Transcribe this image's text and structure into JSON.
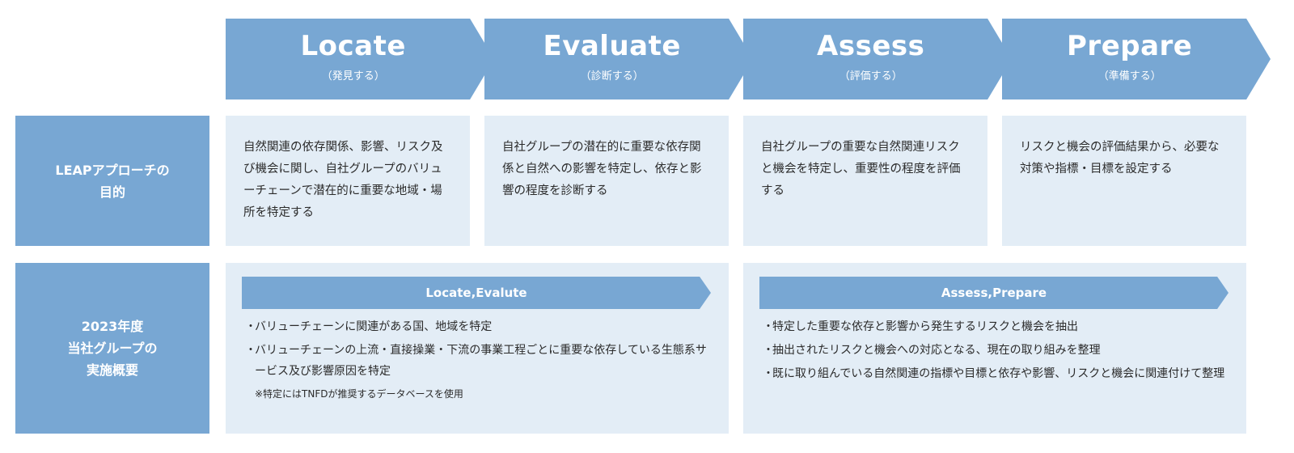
{
  "phases": [
    {
      "title": "Locate",
      "subtitle": "（発見する）"
    },
    {
      "title": "Evaluate",
      "subtitle": "（診断する）"
    },
    {
      "title": "Assess",
      "subtitle": "（評価する）"
    },
    {
      "title": "Prepare",
      "subtitle": "（準備する）"
    }
  ],
  "row_purpose": {
    "header_lines": [
      "LEAPアプローチの",
      "目的"
    ],
    "cells": [
      {
        "text": "自然関連の依存関係、影響、リスク及び機会に関し、自社グループのバリューチェーンで潜在的に重要な地域・場所を特定する"
      },
      {
        "text": "自社グループの潜在的に重要な依存関係と自然への影響を特定し、依存と影響の程度を診断する"
      },
      {
        "text": "自社グループの重要な自然関連リスクと機会を特定し、重要性の程度を評価する"
      },
      {
        "text": "リスクと機会の評価結果から、必要な対策や指標・目標を設定する"
      }
    ]
  },
  "row_implementation": {
    "header_lines": [
      "2023年度",
      "当社グループの",
      "実施概要"
    ],
    "groups": [
      {
        "banner": "Locate,Evalute",
        "items": [
          "バリューチェーンに関連がある国、地域を特定",
          "バリューチェーンの上流・直接操業・下流の事業工程ごとに重要な依存している生態系サービス及び影響原因を特定"
        ],
        "note": "※特定にはTNFDが推奨するデータベースを使用"
      },
      {
        "banner": "Assess,Prepare",
        "items": [
          "特定した重要な依存と影響から発生するリスクと機会を抽出",
          "抽出されたリスクと機会への対応となる、現在の取り組みを整理",
          "既に取り組んでいる自然関連の指標や目標と依存や影響、リスクと機会に関連付けて整理"
        ]
      }
    ]
  }
}
